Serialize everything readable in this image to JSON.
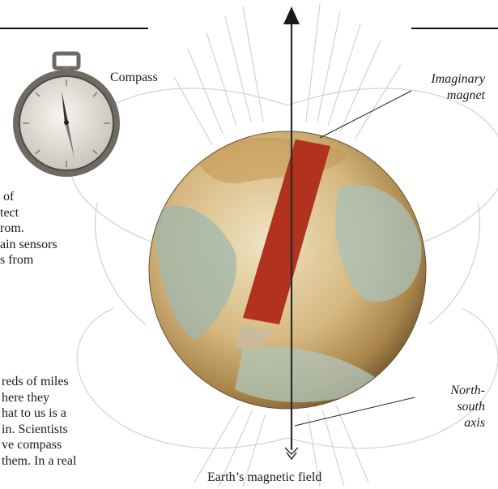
{
  "labels": {
    "compass": "Compass",
    "imaginary_magnet": [
      "Imaginary",
      "magnet"
    ],
    "north_south_axis": [
      "North-",
      "south",
      "axis"
    ],
    "earth_field": "Earth’s magnetic field"
  },
  "left_text_fragments": {
    "block1": [
      "of",
      "tect",
      "rom.",
      "ain sensors",
      "s from"
    ],
    "block2": [
      "reds of miles",
      "here they",
      "hat to us is a",
      "in. Scientists",
      "ve compass",
      "them. In a real"
    ]
  },
  "colors": {
    "magnet": "#b0321f",
    "field_lines": "#cfcfcf",
    "axis": "#2a2a2a"
  }
}
